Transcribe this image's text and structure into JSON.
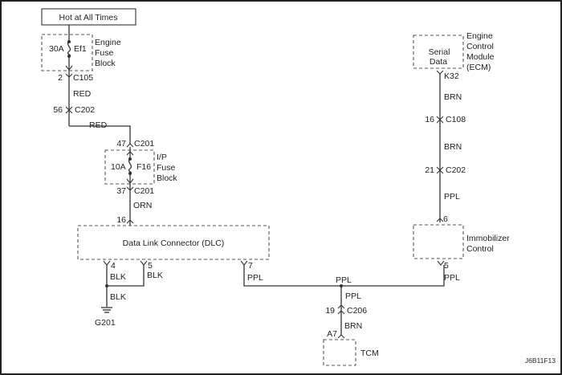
{
  "diagram": {
    "figure_id": "J6B11F13",
    "power_source": "Hot at All Times",
    "engine_fuse_block": {
      "label_lines": [
        "Engine",
        "Fuse",
        "Block"
      ],
      "fuse_rating": "30A",
      "fuse_name": "Ef1"
    },
    "ip_fuse_block": {
      "label_lines": [
        "I/P",
        "Fuse",
        "Block"
      ],
      "fuse_rating": "10A",
      "fuse_name": "F16"
    },
    "ecm": {
      "label_lines": [
        "Engine",
        "Control",
        "Module",
        "(ECM)"
      ],
      "inner_lines": [
        "Serial",
        "Data"
      ]
    },
    "dlc": {
      "label": "Data Link Connector (DLC)"
    },
    "immobilizer": {
      "label_lines": [
        "Immobilizer",
        "Control"
      ]
    },
    "tcm": {
      "label": "TCM"
    },
    "ground": {
      "label": "G201"
    },
    "connectors": {
      "c105": {
        "pin": "2",
        "name": "C105"
      },
      "c202_left": {
        "pin": "56",
        "name": "C202"
      },
      "c201_in": {
        "pin": "47",
        "name": "C201"
      },
      "c201_out": {
        "pin": "37",
        "name": "C201"
      },
      "dlc_pin16": {
        "pin": "16"
      },
      "dlc_pin4": {
        "pin": "4"
      },
      "dlc_pin5": {
        "pin": "5"
      },
      "dlc_pin7": {
        "pin": "7"
      },
      "ecm_k32": {
        "pin": "K32"
      },
      "c108": {
        "pin": "16",
        "name": "C108"
      },
      "c202_right": {
        "pin": "21",
        "name": "C202"
      },
      "immo_pin6": {
        "pin": "6"
      },
      "immo_pin5": {
        "pin": "5"
      },
      "c206": {
        "pin": "19",
        "name": "C206"
      },
      "tcm_a7": {
        "pin": "A7"
      }
    },
    "wire_colors": {
      "fuse_to_c202": "RED",
      "c202_to_c201": "RED",
      "ipfuse_to_dlc": "ORN",
      "dlc4": "BLK",
      "dlc5": "BLK",
      "to_ground": "BLK",
      "dlc7": "PPL",
      "bus": "PPL",
      "splice_down": "PPL",
      "c206_to_tcm": "BRN",
      "ecm_to_c108": "BRN",
      "c108_to_c202": "BRN",
      "c202_to_immo": "PPL",
      "immo5": "PPL"
    }
  }
}
